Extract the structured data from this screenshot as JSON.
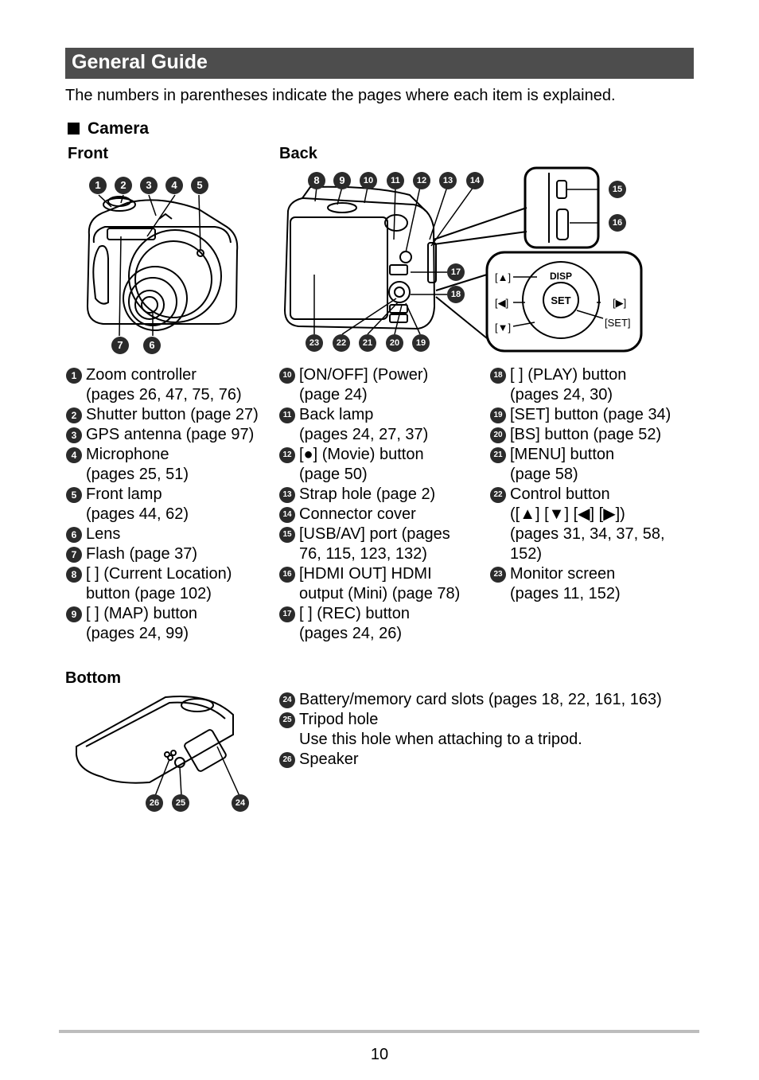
{
  "header": {
    "title": "General Guide"
  },
  "intro": "The numbers in parentheses indicate the pages where each item is explained.",
  "section": {
    "title": "Camera"
  },
  "subheads": {
    "front": "Front",
    "back": "Back",
    "bottom": "Bottom"
  },
  "diagram_labels": {
    "up": "[▲]",
    "left": "[◀]",
    "down": "[▼]",
    "right": "[▶]",
    "set_btn": "[SET]",
    "disp": "DISP",
    "set": "SET"
  },
  "col1": [
    {
      "n": "1",
      "lines": [
        "Zoom controller",
        "(pages 26, 47, 75, 76)"
      ]
    },
    {
      "n": "2",
      "lines": [
        "Shutter button (page 27)"
      ]
    },
    {
      "n": "3",
      "lines": [
        "GPS antenna (page 97)"
      ]
    },
    {
      "n": "4",
      "lines": [
        "Microphone",
        "(pages 25, 51)"
      ]
    },
    {
      "n": "5",
      "lines": [
        "Front lamp",
        "(pages 44, 62)"
      ]
    },
    {
      "n": "6",
      "lines": [
        "Lens"
      ]
    },
    {
      "n": "7",
      "lines": [
        "Flash (page 37)"
      ]
    },
    {
      "n": "8",
      "lines": [
        "[ ] (Current Location)",
        "button (page 102)"
      ]
    },
    {
      "n": "9",
      "lines": [
        "[ ] (MAP) button",
        "(pages 24, 99)"
      ]
    }
  ],
  "col2": [
    {
      "n": "10",
      "lines": [
        "[ON/OFF] (Power)",
        "(page 24)"
      ]
    },
    {
      "n": "11",
      "lines": [
        "Back lamp",
        "(pages 24, 27, 37)"
      ]
    },
    {
      "n": "12",
      "lines": [
        "[●] (Movie) button",
        "(page 50)"
      ]
    },
    {
      "n": "13",
      "lines": [
        "Strap hole (page 2)"
      ]
    },
    {
      "n": "14",
      "lines": [
        "Connector cover"
      ]
    },
    {
      "n": "15",
      "lines": [
        "[USB/AV] port (pages",
        "76, 115, 123, 132)"
      ]
    },
    {
      "n": "16",
      "lines": [
        "[HDMI OUT] HDMI",
        "output (Mini) (page 78)"
      ]
    },
    {
      "n": "17",
      "lines": [
        "[ ] (REC) button",
        "(pages 24, 26)"
      ]
    }
  ],
  "col3": [
    {
      "n": "18",
      "lines": [
        "[ ] (PLAY) button",
        "(pages 24, 30)"
      ]
    },
    {
      "n": "19",
      "lines": [
        "[SET] button (page 34)"
      ]
    },
    {
      "n": "20",
      "lines": [
        "[BS] button (page 52)"
      ]
    },
    {
      "n": "21",
      "lines": [
        "[MENU] button",
        "(page 58)"
      ]
    },
    {
      "n": "22",
      "lines": [
        "Control button",
        "([▲] [▼] [◀] [▶])",
        "(pages 31, 34, 37, 58,",
        "152)"
      ]
    },
    {
      "n": "23",
      "lines": [
        "Monitor screen",
        "(pages 11, 152)"
      ]
    }
  ],
  "bottom_items": [
    {
      "n": "24",
      "lines": [
        "Battery/memory card slots (pages 18, 22, 161, 163)"
      ]
    },
    {
      "n": "25",
      "lines": [
        "Tripod hole",
        "Use this hole when attaching to a tripod."
      ]
    },
    {
      "n": "26",
      "lines": [
        "Speaker"
      ]
    }
  ],
  "markers": {
    "front": [
      "1",
      "2",
      "3",
      "4",
      "5",
      "7",
      "6"
    ],
    "back_top": [
      "8",
      "9",
      "10",
      "11",
      "12",
      "13",
      "14"
    ],
    "back_right": [
      "15",
      "16",
      "17",
      "18"
    ],
    "back_bottom": [
      "23",
      "22",
      "21",
      "20",
      "19"
    ],
    "bottom": [
      "26",
      "25",
      "24"
    ]
  },
  "page_number": "10"
}
